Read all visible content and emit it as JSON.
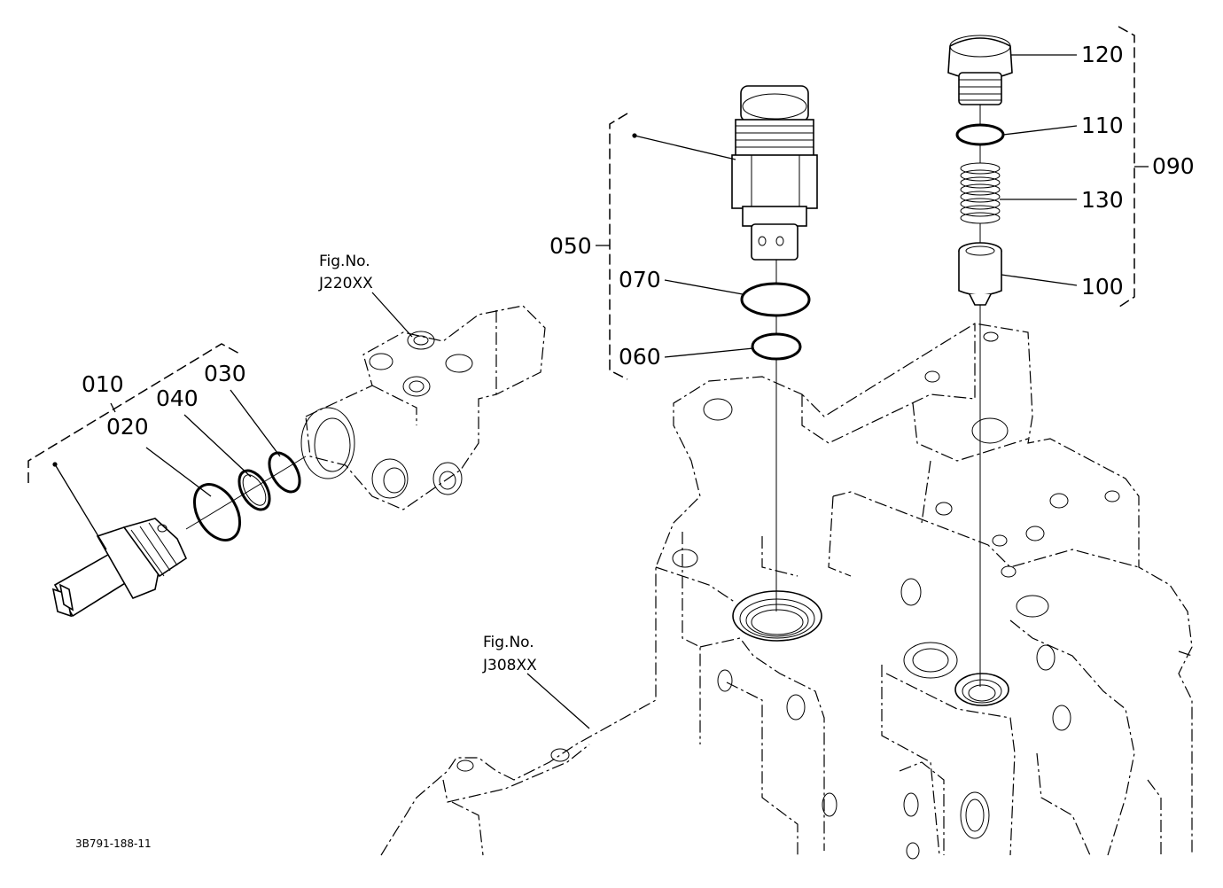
{
  "diagram": {
    "part_labels": {
      "p010": "010",
      "p020": "020",
      "p030": "030",
      "p040": "040",
      "p050": "050",
      "p060": "060",
      "p070": "070",
      "p090": "090",
      "p100": "100",
      "p110": "110",
      "p120": "120",
      "p130": "130"
    },
    "references": {
      "j220_title": "Fig.No.",
      "j220_code": "J220XX",
      "j308_title": "Fig.No.",
      "j308_code": "J308XX"
    },
    "drawing_code": "3B791-188-11"
  }
}
